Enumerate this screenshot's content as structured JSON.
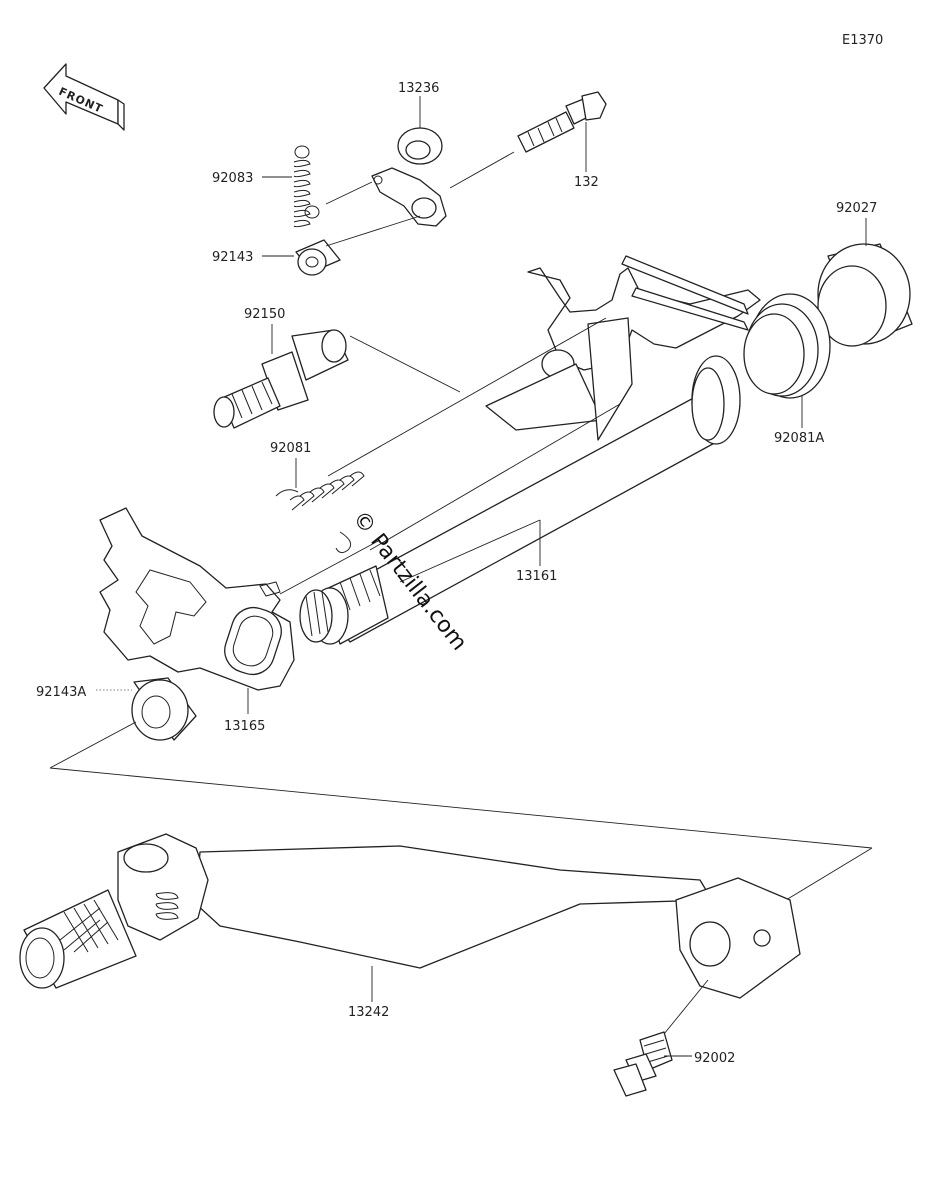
{
  "diagram_code": "E1370",
  "front_label": "FRONT",
  "watermark": "© Partzilla.com",
  "parts": [
    {
      "id": "p13236",
      "number": "13236"
    },
    {
      "id": "p92083",
      "number": "92083"
    },
    {
      "id": "p132",
      "number": "132"
    },
    {
      "id": "p92143",
      "number": "92143"
    },
    {
      "id": "p92027",
      "number": "92027"
    },
    {
      "id": "p92150",
      "number": "92150"
    },
    {
      "id": "p92081A",
      "number": "92081A"
    },
    {
      "id": "p92081",
      "number": "92081"
    },
    {
      "id": "p13161",
      "number": "13161"
    },
    {
      "id": "p92143A",
      "number": "92143A"
    },
    {
      "id": "p13165",
      "number": "13165"
    },
    {
      "id": "p13242",
      "number": "13242"
    },
    {
      "id": "p92002",
      "number": "92002"
    }
  ]
}
